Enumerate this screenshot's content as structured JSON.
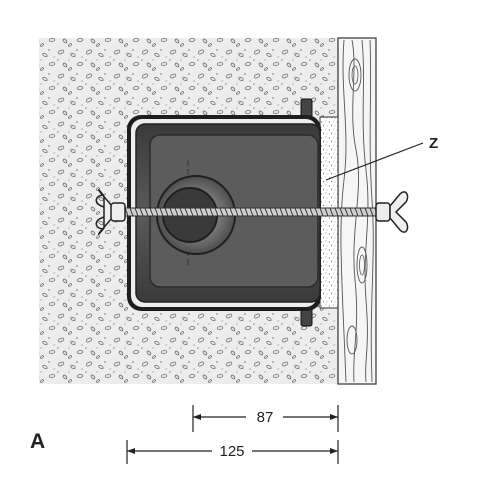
{
  "labels": {
    "callout": "Z",
    "figure": "A"
  },
  "dimensions": {
    "inner": "87",
    "outer": "125"
  },
  "colors": {
    "concrete_fill": "#ececec",
    "box_body": "#4a4a4a",
    "box_frame": "#1e1e1e",
    "timber_fill": "#f7f7f7",
    "foam_fill": "#ffffff",
    "line": "#222222"
  }
}
